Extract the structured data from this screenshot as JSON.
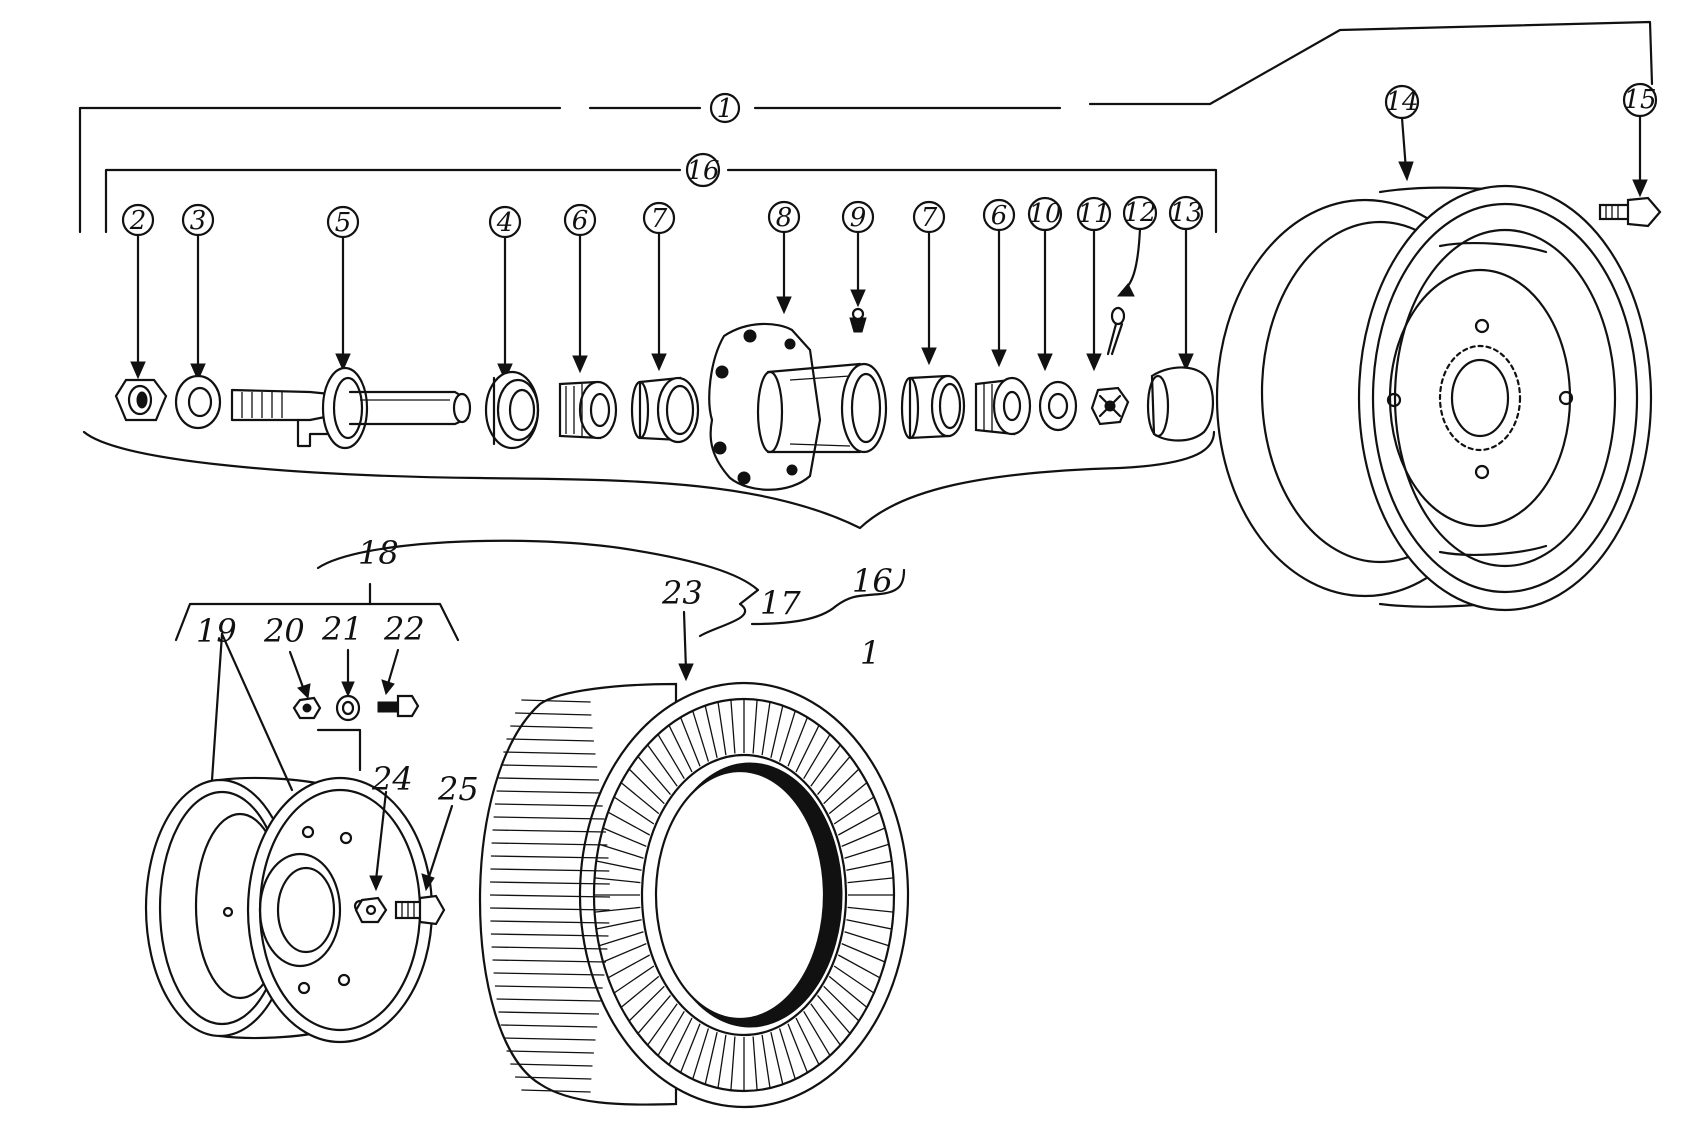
{
  "diagram": {
    "callouts": {
      "c1": "1",
      "c2": "2",
      "c3": "3",
      "c4": "4",
      "c5": "5",
      "c6a": "6",
      "c7a": "7",
      "c8": "8",
      "c9": "9",
      "c7b": "7",
      "c6b": "6",
      "c10": "10",
      "c11": "11",
      "c12": "12",
      "c13": "13",
      "c14": "14",
      "c15": "15",
      "c16": "16"
    },
    "labels": {
      "l16": "16",
      "l17": "17",
      "l1": "1",
      "l18": "18",
      "l19": "19",
      "l20": "20",
      "l21": "21",
      "l22": "22",
      "l23": "23",
      "l24": "24",
      "l25": "25"
    },
    "colors": {
      "ink": "#111111",
      "paper": "#ffffff"
    }
  }
}
